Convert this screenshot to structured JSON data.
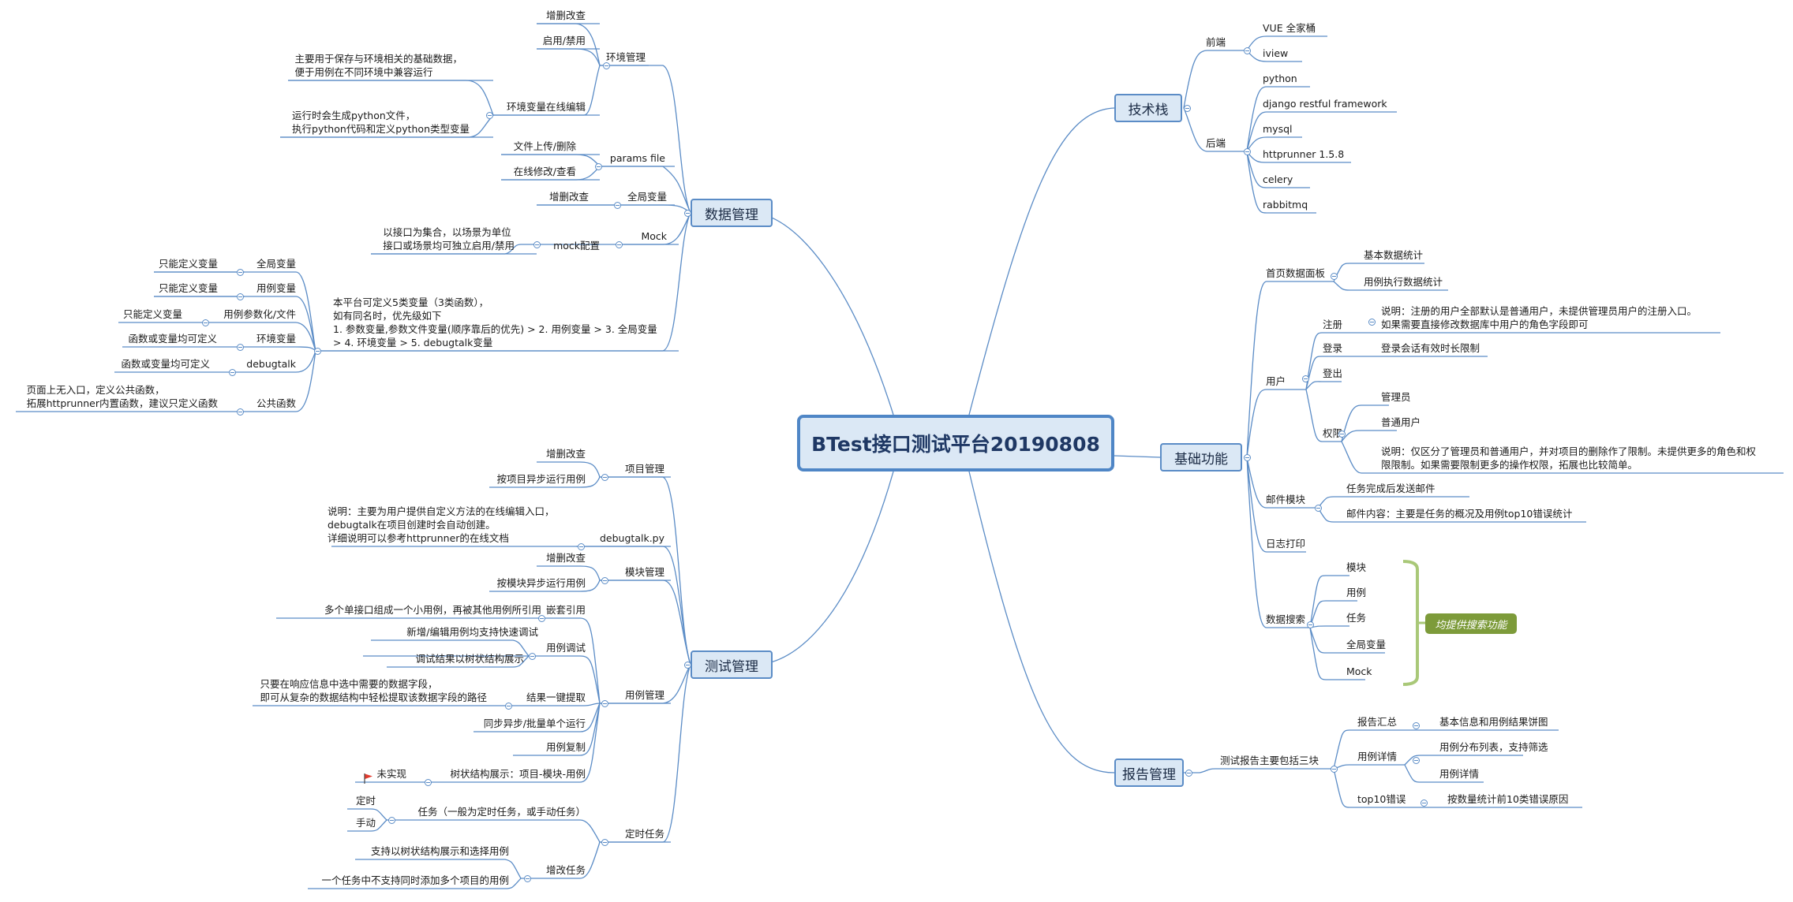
{
  "root": {
    "title": "BTest接口测试平台20190808"
  },
  "data_mgmt": {
    "label": "数据管理",
    "env": {
      "label": "环境管理",
      "crud": "增删改查",
      "toggle": "启用/禁用",
      "online_edit": "环境变量在线编辑",
      "desc1": "主要用于保存与环境相关的基础数据，\n便于用例在不同环境中兼容运行",
      "desc2": "运行时会生成python文件，\n执行python代码和定义python类型变量"
    },
    "params_file": {
      "label": "params file",
      "upload": "文件上传/删除",
      "online": "在线修改/查看"
    },
    "global_var": {
      "label": "全局变量",
      "crud": "增删改查"
    },
    "mock": {
      "label": "Mock",
      "config": "mock配置",
      "desc": "以接口为集合，以场景为单位\n接口或场景均可独立启用/禁用"
    },
    "vars": {
      "desc": "本平台可定义5类变量（3类函数），\n如有同名时，优先级如下\n1. 参数变量,参数文件变量(顺序靠后的优先) > 2. 用例变量 > 3. 全局变量\n> 4. 环境变量 > 5. debugtalk变量",
      "global": "全局变量",
      "global_desc": "只能定义变量",
      "case": "用例变量",
      "case_desc": "只能定义变量",
      "param": "用例参数化/文件",
      "param_desc": "只能定义变量",
      "env": "环境变量",
      "env_desc": "函数或变量均可定义",
      "debugtalk": "debugtalk",
      "debugtalk_desc": "函数或变量均可定义",
      "public": "公共函数",
      "public_desc": "页面上无入口，定义公共函数，\n拓展httprunner内置函数，建议只定义函数"
    }
  },
  "test_mgmt": {
    "label": "测试管理",
    "project": {
      "label": "项目管理",
      "crud": "增删改查",
      "run": "按项目异步运行用例"
    },
    "debugtalk": {
      "label": "debugtalk.py",
      "desc": "说明：主要为用户提供自定义方法的在线编辑入口，\ndebugtalk在项目创建时会自动创建。\n详细说明可以参考httprunner的在线文档"
    },
    "module": {
      "label": "模块管理",
      "crud": "增删改查",
      "run": "按模块异步运行用例"
    },
    "case": {
      "label": "用例管理",
      "nested": "嵌套引用",
      "nested_desc": "多个单接口组成一个小用例，再被其他用例所引用",
      "debug": "用例调试",
      "debug1": "新增/编辑用例均支持快速调试",
      "debug2": "调试结果以树状结构展示",
      "extract": "结果一键提取",
      "extract_desc": "只要在响应信息中选中需要的数据字段，\n即可从复杂的数据结构中轻松提取该数据字段的路径",
      "sync": "同步异步/批量单个运行",
      "copy": "用例复制",
      "tree": "树状结构展示：项目-模块-用例",
      "not_impl": "未实现"
    },
    "task": {
      "label": "定时任务",
      "task": "任务（一般为定时任务，或手动任务）",
      "timed": "定时",
      "manual": "手动",
      "edit": "增改任务",
      "edit1": "支持以树状结构展示和选择用例",
      "edit2": "一个任务中不支持同时添加多个项目的用例"
    }
  },
  "tech": {
    "label": "技术栈",
    "frontend": {
      "label": "前端",
      "items": [
        "VUE 全家桶",
        "iview"
      ]
    },
    "backend": {
      "label": "后端",
      "items": [
        "python",
        "django restful framework",
        "mysql",
        "httprunner 1.5.8",
        "celery",
        "rabbitmq"
      ]
    }
  },
  "basic": {
    "label": "基础功能",
    "dashboard": {
      "label": "首页数据面板",
      "stats": "基本数据统计",
      "exec": "用例执行数据统计"
    },
    "user": {
      "label": "用户",
      "register": "注册",
      "register_desc": "说明：注册的用户全部默认是普通用户，未提供管理员用户的注册入口。\n如果需要直接修改数据库中用户的角色字段即可",
      "login": "登录",
      "login_desc": "登录会话有效时长限制",
      "logout": "登出",
      "perm": "权限",
      "admin": "管理员",
      "normal": "普通用户",
      "perm_desc": "说明：仅区分了管理员和普通用户，并对项目的删除作了限制。未提供更多的角色和权\n限限制。如果需要限制更多的操作权限，拓展也比较简单。"
    },
    "mail": {
      "label": "邮件模块",
      "send": "任务完成后发送邮件",
      "content": "邮件内容：主要是任务的概况及用例top10错误统计"
    },
    "log": {
      "label": "日志打印"
    },
    "search": {
      "label": "数据搜索",
      "items": [
        "模块",
        "用例",
        "任务",
        "全局变量",
        "Mock"
      ],
      "note": "均提供搜索功能"
    }
  },
  "report": {
    "label": "报告管理",
    "three": "测试报告主要包括三块",
    "summary": "报告汇总",
    "summary_desc": "基本信息和用例结果饼图",
    "detail": "用例详情",
    "detail1": "用例分布列表，支持筛选",
    "detail2": "用例详情",
    "top10": "top10错误",
    "top10_desc": "按数量统计前10类错误原因"
  },
  "colors": {
    "line": "#5b8cc6",
    "box_fill": "#dbe8f5",
    "tag": "#7d9b3a",
    "bracket": "#a9c878",
    "flag": "#e23b2e"
  }
}
